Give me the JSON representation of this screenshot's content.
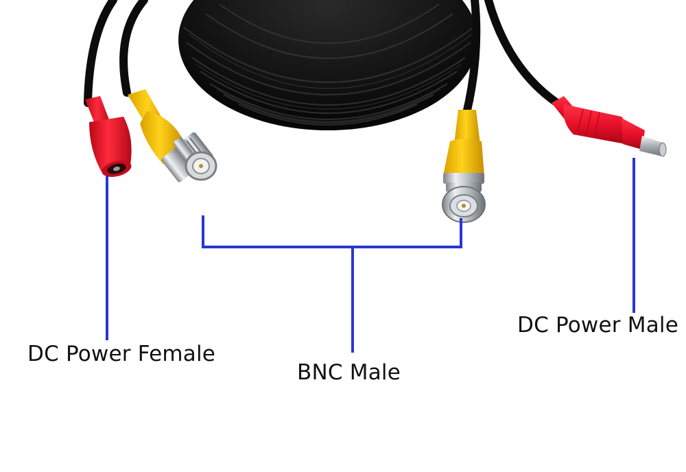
{
  "labels": {
    "dc_power_female": "DC Power Female",
    "bnc_male": "BNC Male",
    "dc_power_male": "DC Power Male"
  },
  "colors": {
    "cable": "#111111",
    "dc_connector": "#e8102a",
    "bnc_boot": "#f6c400",
    "metal": "#c8ccd0",
    "leader_line": "#2a35d8",
    "background": "#ffffff"
  }
}
